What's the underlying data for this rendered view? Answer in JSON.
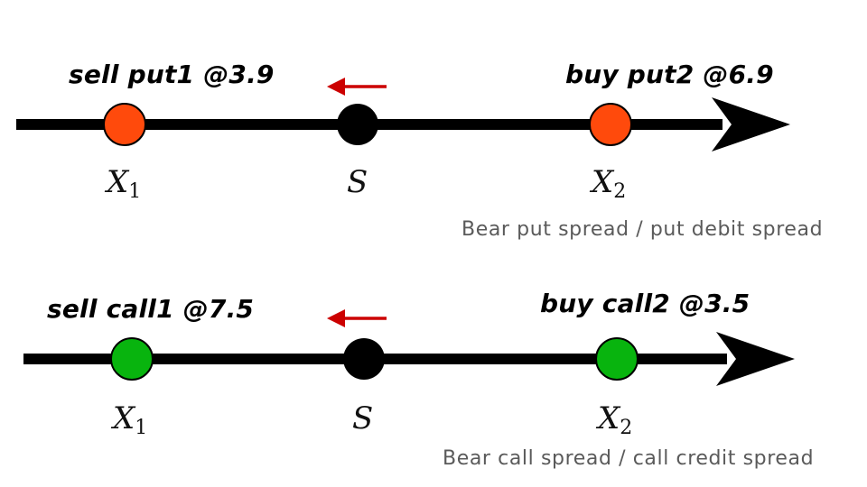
{
  "colors": {
    "axis": "#000000",
    "put_node": "#ff4a0c",
    "call_node": "#08b40e",
    "spot_node": "#000000",
    "arrow": "#cc0000",
    "caption": "#5a5a5a"
  },
  "top": {
    "left_label": "sell put1 @3.9",
    "right_label": "buy put2 @6.9",
    "x1": "X",
    "x1_sub": "1",
    "s": "S",
    "x2": "X",
    "x2_sub": "2",
    "caption": "Bear put spread / put debit spread"
  },
  "bottom": {
    "left_label": "sell call1 @7.5",
    "right_label": "buy call2 @3.5",
    "x1": "X",
    "x1_sub": "1",
    "s": "S",
    "x2": "X",
    "x2_sub": "2",
    "caption": "Bear call spread / call credit spread"
  }
}
